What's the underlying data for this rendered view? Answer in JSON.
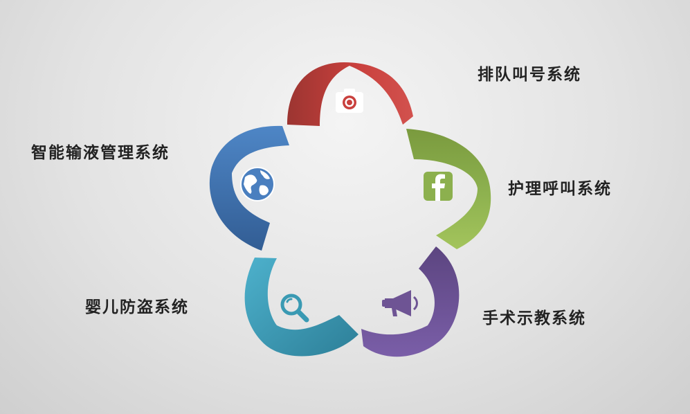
{
  "labels": {
    "queue": "排队叫号系统",
    "nurse_call": "护理呼叫系统",
    "surgery": "手术示教系统",
    "infant": "婴儿防盗系统",
    "infusion": "智能输液管理系统"
  },
  "colors": {
    "red": "#c94b47",
    "green": "#8cb04e",
    "purple": "#6e5494",
    "teal": "#3a9ab3",
    "blue": "#4a7fbf"
  },
  "icons": {
    "red": "camera-icon",
    "green": "facebook-icon",
    "purple": "megaphone-icon",
    "teal": "magnifier-icon",
    "blue": "globe-icon"
  }
}
